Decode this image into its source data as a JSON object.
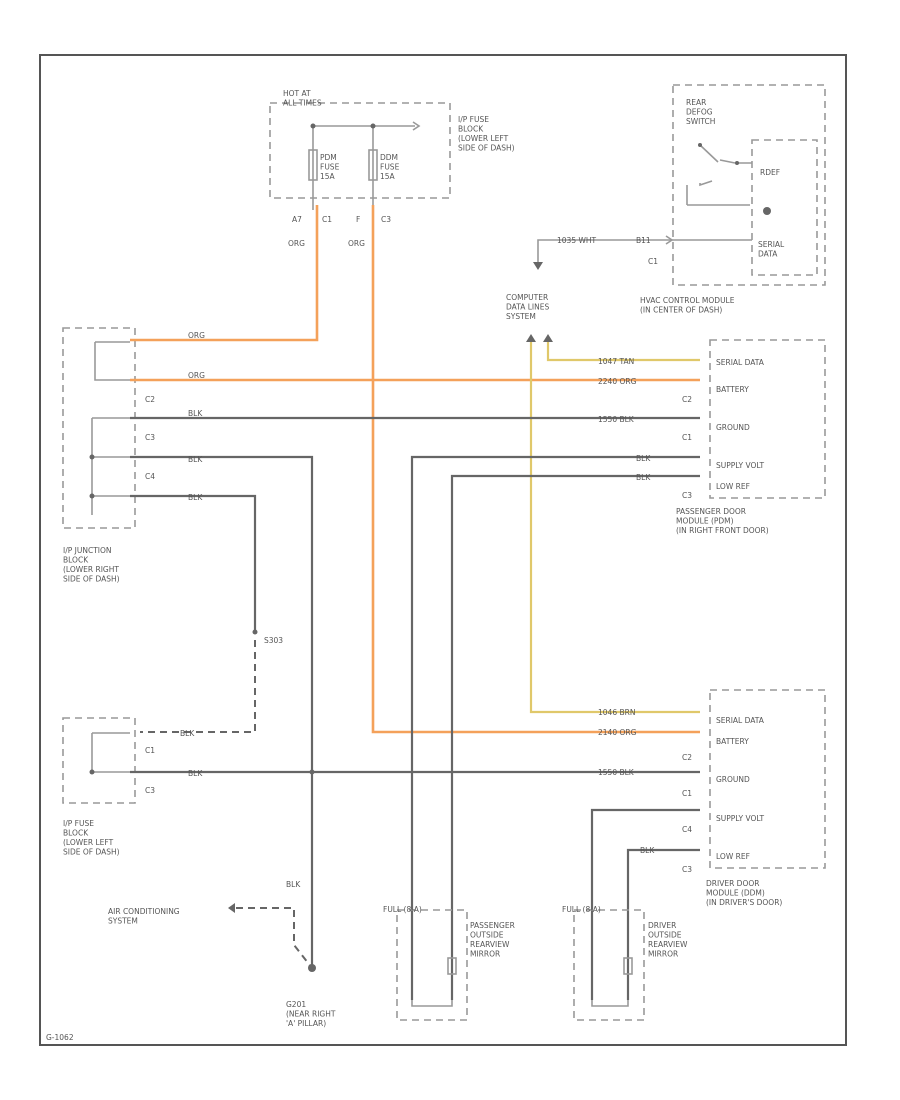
{
  "fuse_block_top": {
    "hot_label": "HOT AT\nALL TIMES",
    "fuse1": "PDM\nFUSE\n15A",
    "fuse2": "DDM\nFUSE\n15A",
    "caption": "I/P FUSE\nBLOCK\n(LOWER LEFT\nSIDE OF DASH)",
    "pin1": "A7",
    "conn1": "C1",
    "pin2": "F",
    "conn2": "C3",
    "wire1_color": "ORG",
    "wire2_color": "ORG"
  },
  "hvac": {
    "switch_label": "REAR\nDEFOG\nSWITCH",
    "rdef_label": "RDEF",
    "serial_label": "SERIAL\nDATA",
    "wire_label": "1035 WHT",
    "pin": "B11",
    "conn": "C1",
    "caption": "HVAC CONTROL MODULE\n(IN CENTER OF DASH)"
  },
  "computer_data": {
    "caption": "COMPUTER\nDATA LINES\nSYSTEM"
  },
  "junction_block": {
    "caption": "I/P JUNCTION\nBLOCK\n(LOWER RIGHT\nSIDE OF DASH)",
    "c2": "C2",
    "c3": "C3",
    "c4": "C4",
    "wire_org1": "ORG",
    "wire_org2": "ORG",
    "wire_blk1": "BLK",
    "wire_blk2": "BLK",
    "wire_blk3": "BLK"
  },
  "fuse_block_lower": {
    "caption": "I/P FUSE\nBLOCK\n(LOWER LEFT\nSIDE OF DASH)",
    "c1": "C1",
    "c3": "C3",
    "wire1": "BLK",
    "wire2": "BLK"
  },
  "splice": "S303",
  "passenger_module": {
    "pins": [
      {
        "label": "SERIAL DATA",
        "wire": "1047 TAN",
        "conn": "C2"
      },
      {
        "label": "BATTERY",
        "wire": "2240 ORG",
        "conn": "C2"
      },
      {
        "label": "GROUND",
        "wire": "1550 BLK",
        "conn": "C1"
      },
      {
        "label": "SUPPLY VOLT",
        "wire": "BLK",
        "conn": ""
      },
      {
        "label": "LOW REF",
        "wire": "BLK",
        "conn": "C3"
      }
    ],
    "caption": "PASSENGER DOOR\nMODULE (PDM)\n(IN RIGHT FRONT DOOR)"
  },
  "driver_module": {
    "pins": [
      {
        "label": "SERIAL DATA",
        "wire": "1046 BRN",
        "conn": "C2"
      },
      {
        "label": "BATTERY",
        "wire": "2140 ORG",
        "conn": "C2"
      },
      {
        "label": "GROUND",
        "wire": "1550 BLK",
        "conn": "C1"
      },
      {
        "label": "SUPPLY VOLT",
        "wire": "",
        "conn": "C4"
      },
      {
        "label": "LOW REF",
        "wire": "BLK",
        "conn": "C3"
      }
    ],
    "caption": "DRIVER DOOR\nMODULE (DDM)\n(IN DRIVER'S DOOR)"
  },
  "ac_system": "AIR CONDITIONING\nSYSTEM",
  "ground": {
    "wire": "BLK",
    "caption": "G201\n(NEAR RIGHT\n'A' PILLAR)"
  },
  "mirror_passenger": {
    "tag": "FULL (8-A)",
    "caption": "PASSENGER\nOUTSIDE\nREARVIEW\nMIRROR"
  },
  "mirror_driver": {
    "tag": "FULL (8-A)",
    "caption": "DRIVER\nOUTSIDE\nREARVIEW\nMIRROR"
  },
  "diagram_id": "G-1062"
}
